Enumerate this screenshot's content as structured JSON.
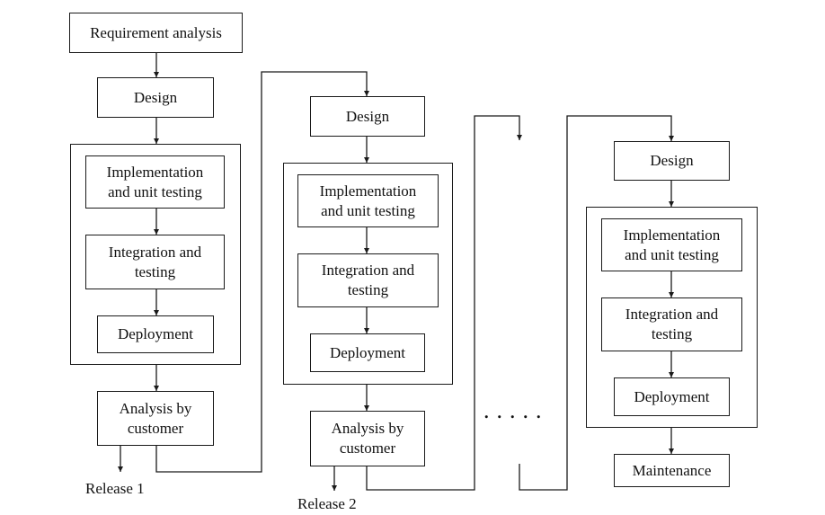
{
  "stage_1": {
    "requirement": "Requirement analysis",
    "design": "Design",
    "implementation": "Implementation\nand unit testing",
    "integration": "Integration and\ntesting",
    "deployment": "Deployment",
    "analysis": "Analysis by\ncustomer",
    "release": "Release 1"
  },
  "stage_2": {
    "design": "Design",
    "implementation": "Implementation\nand unit testing",
    "integration": "Integration and\ntesting",
    "deployment": "Deployment",
    "analysis": "Analysis by\ncustomer",
    "release": "Release 2"
  },
  "ellipsis": ".....",
  "stage_n": {
    "design": "Design",
    "implementation": "Implementation\nand unit testing",
    "integration": "Integration and\ntesting",
    "deployment": "Deployment",
    "maintenance": "Maintenance"
  }
}
